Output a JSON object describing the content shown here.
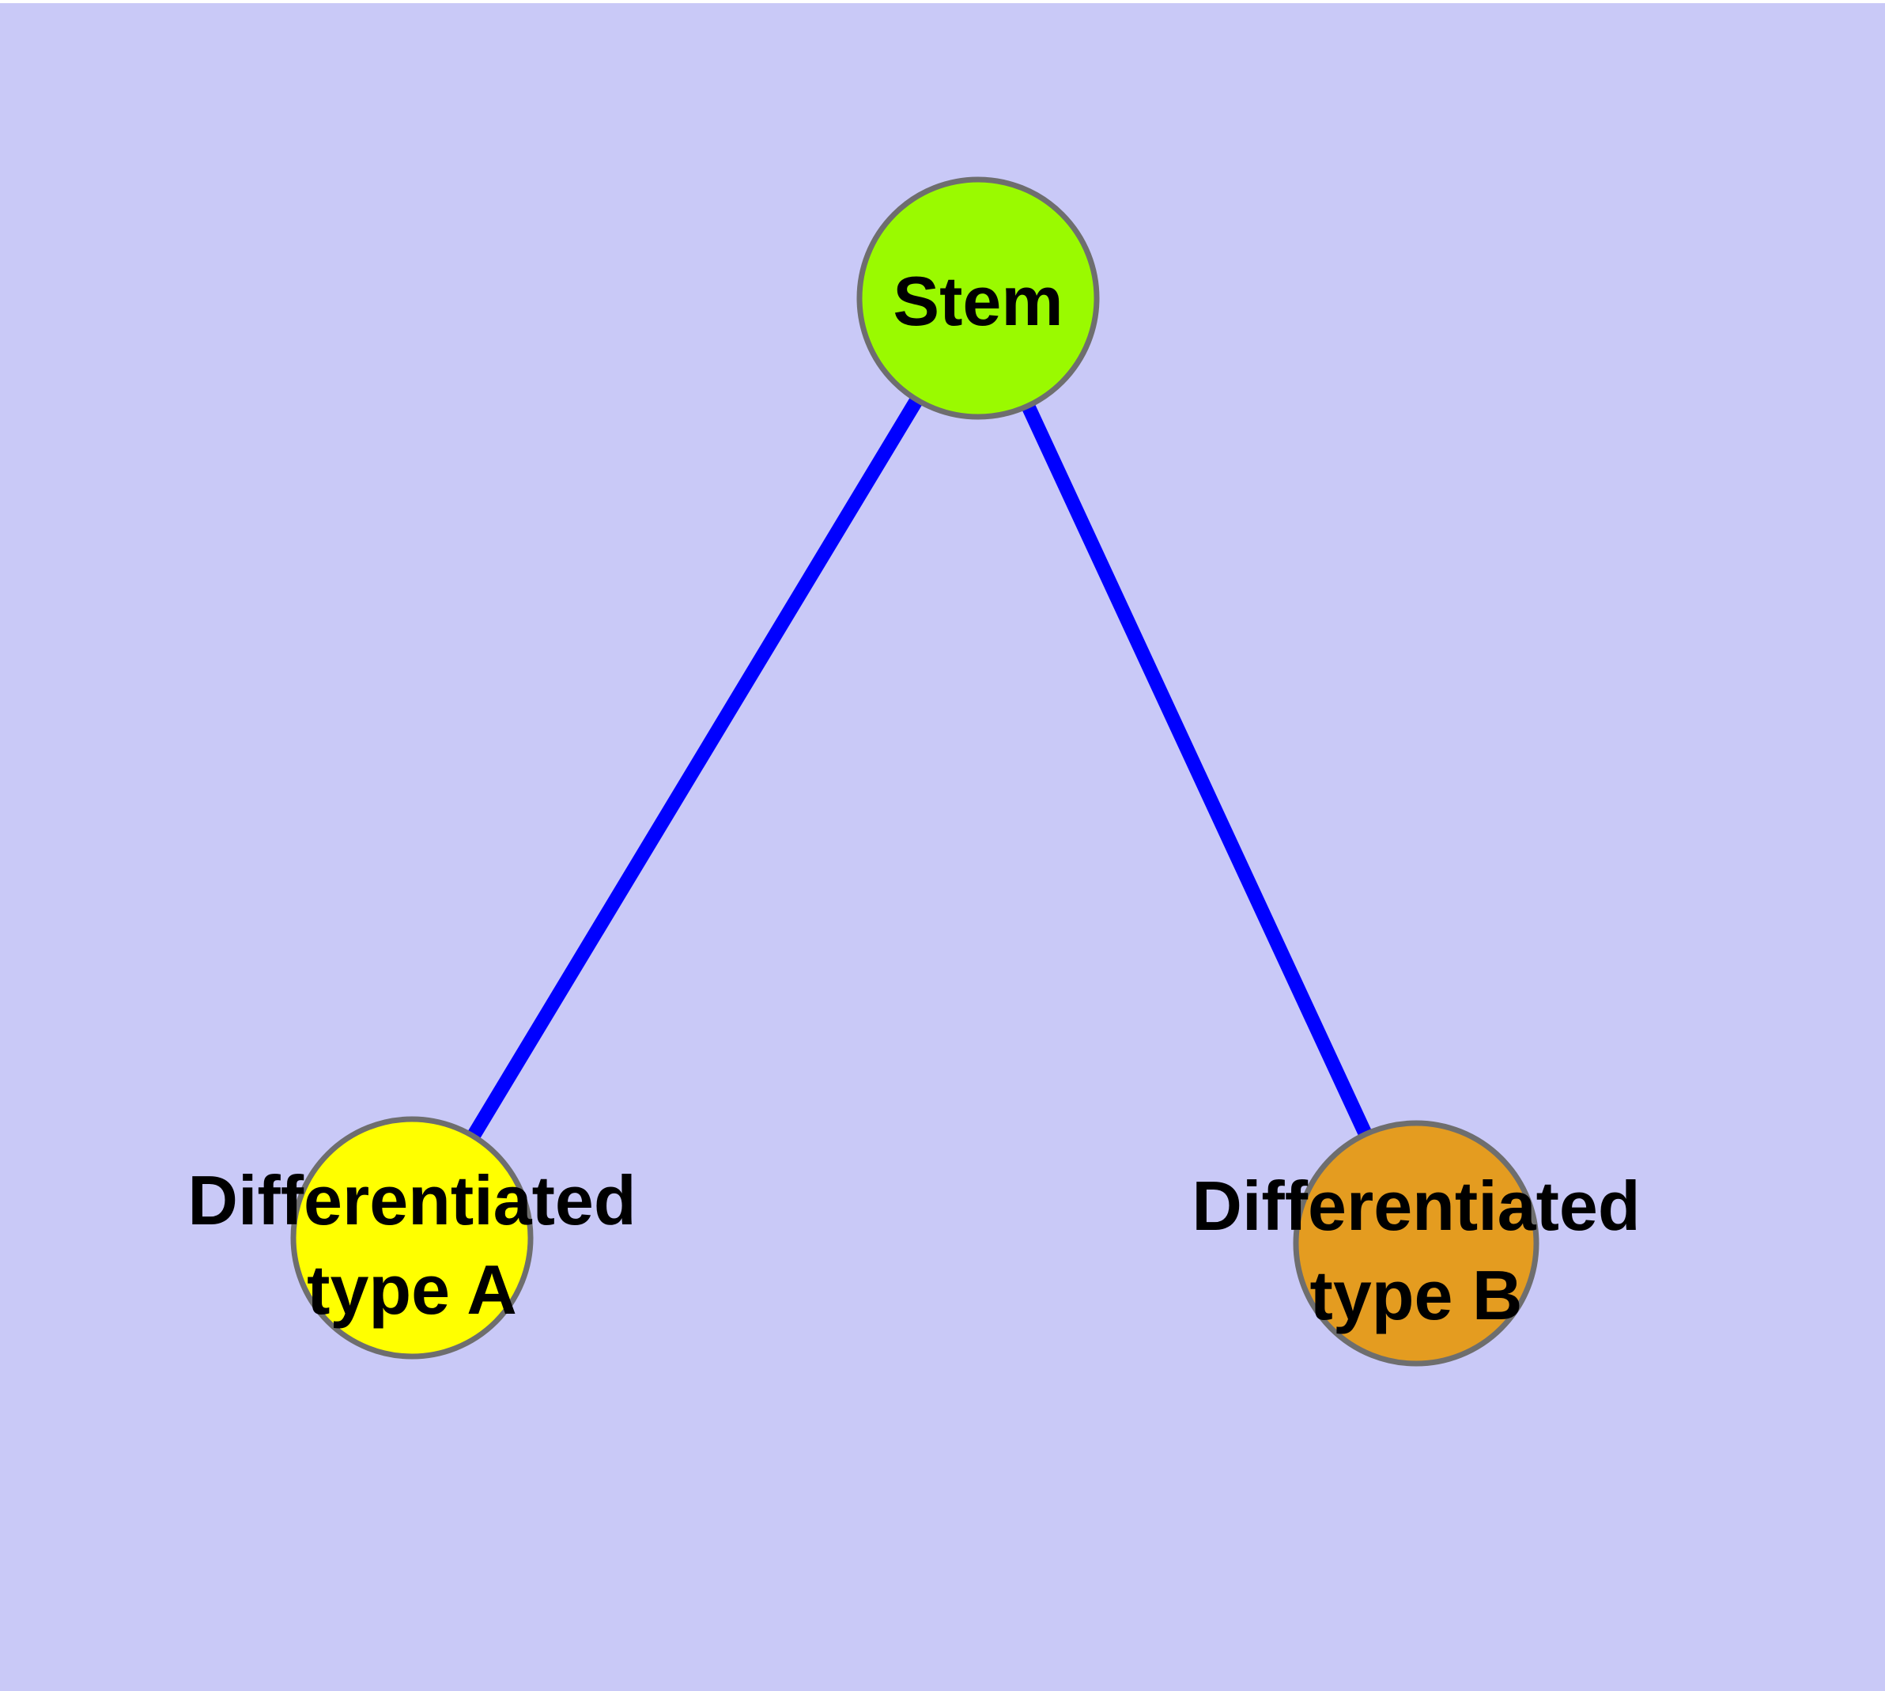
{
  "diagram": {
    "background_color": "#C9C9F7",
    "top_border_color": "#FFFFFF",
    "edge_color": "#0000FF",
    "node_border_color": "#6E6E6E",
    "label_color": "#000000",
    "nodes": {
      "stem": {
        "label": "Stem",
        "fill": "#9AFA00"
      },
      "type_a": {
        "label_line1": "Differentiated",
        "label_line2": "type A",
        "fill": "#FFFF00"
      },
      "type_b": {
        "label_line1": "Differentiated",
        "label_line2": "type B",
        "fill": "#E49C20"
      }
    },
    "edges": [
      {
        "from": "stem",
        "to": "type_a"
      },
      {
        "from": "stem",
        "to": "type_b"
      }
    ]
  }
}
